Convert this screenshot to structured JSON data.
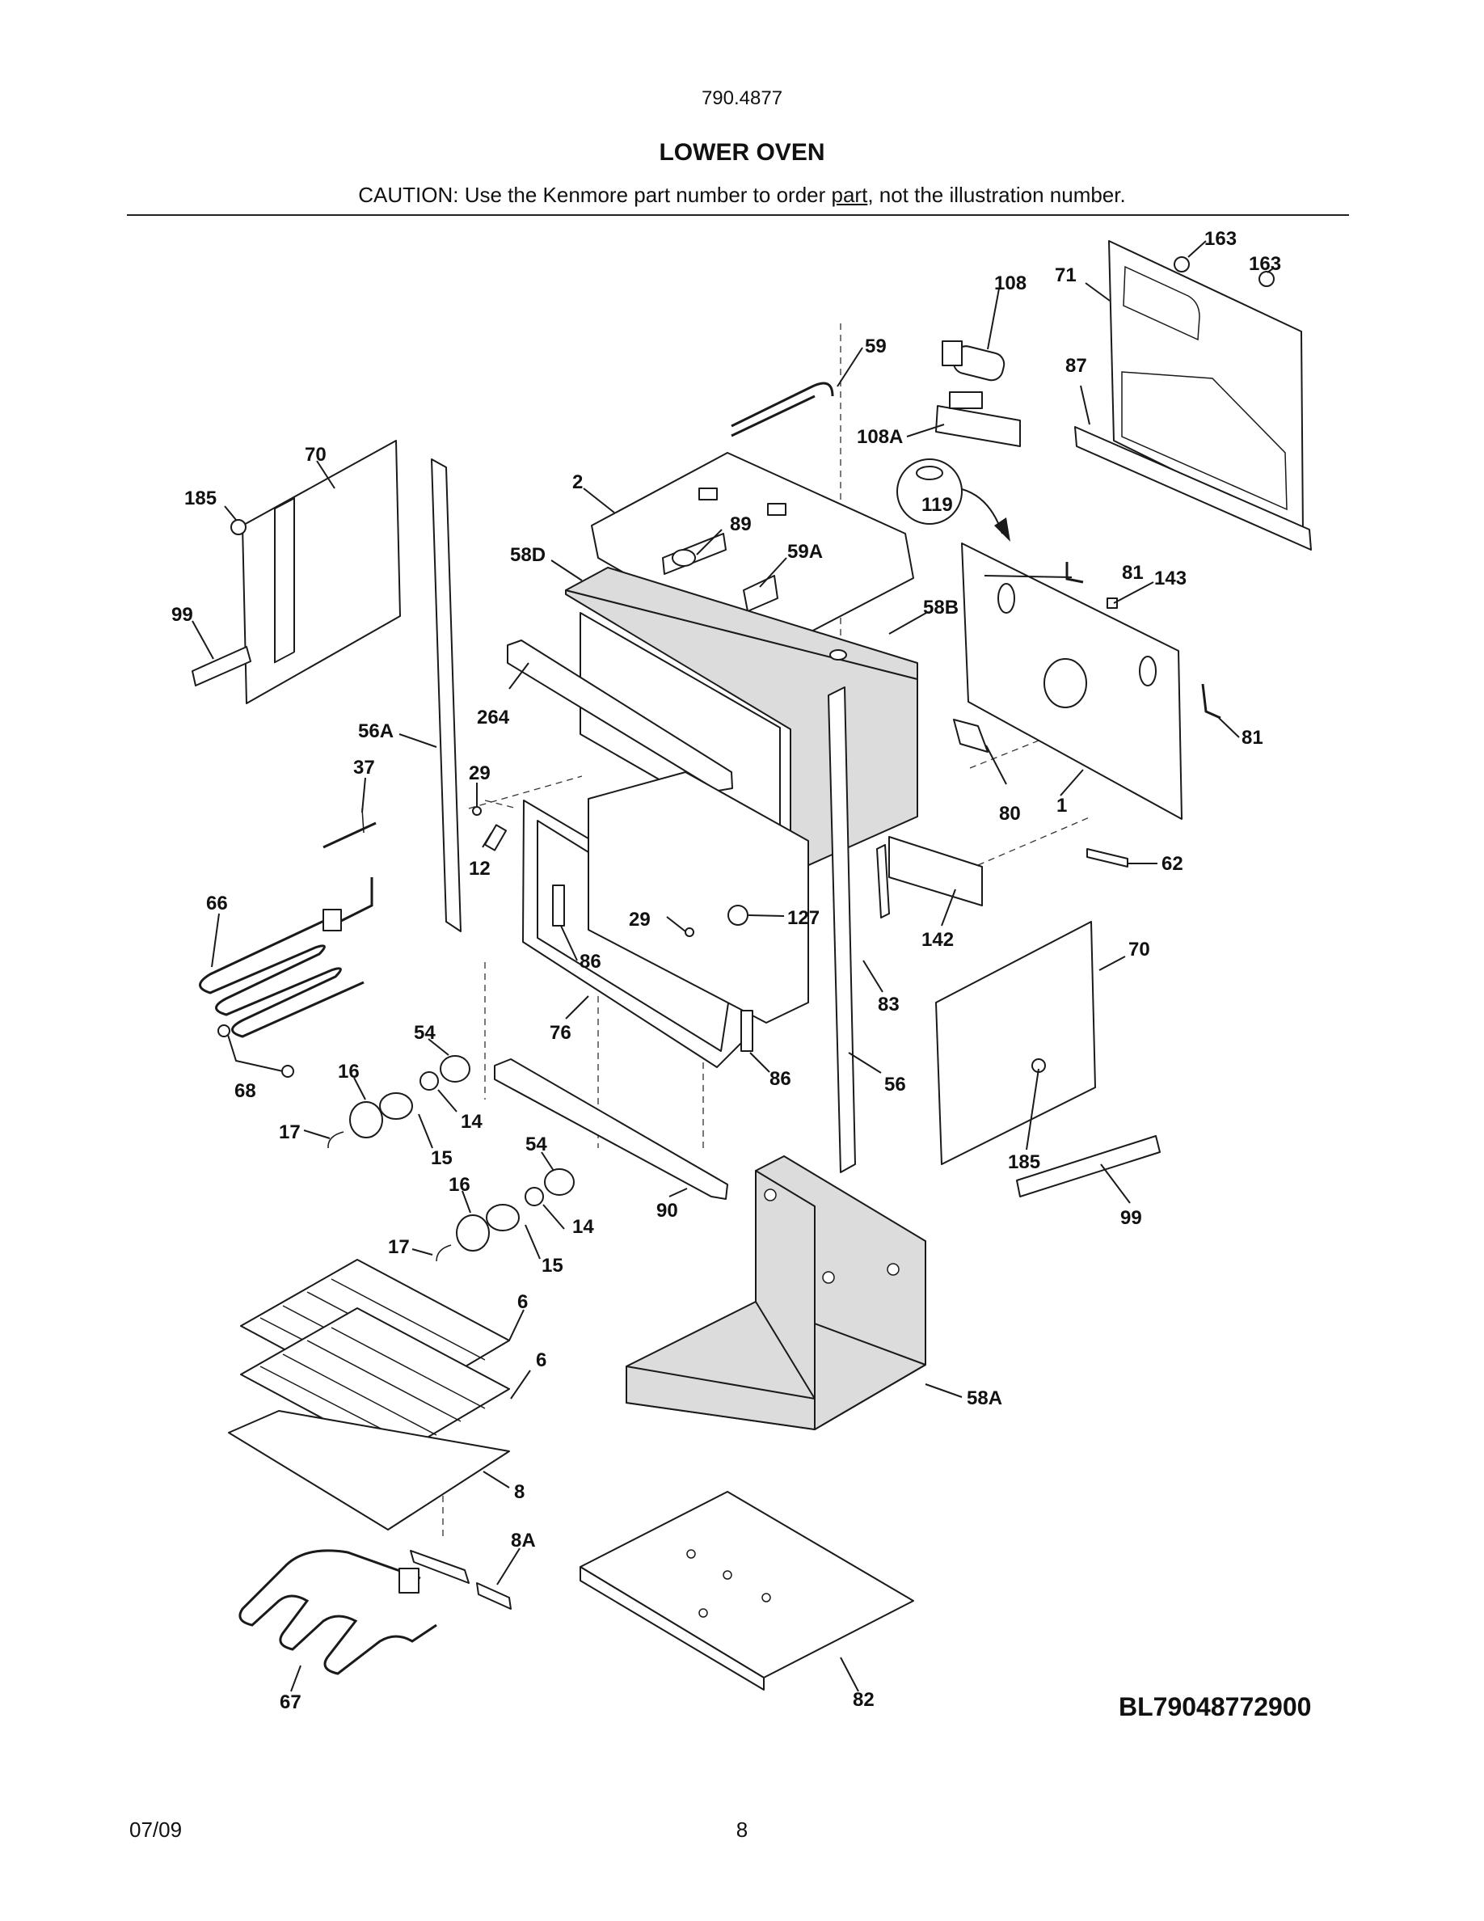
{
  "header": {
    "model_number": "790.4877",
    "title": "LOWER OVEN",
    "caution_before": "CAUTION: Use the Kenmore part number to order ",
    "caution_underlined": "part",
    "caution_after": ", not the illustration number."
  },
  "diagram": {
    "callouts": {
      "c163a": "163",
      "c163b": "163",
      "c71": "71",
      "c108": "108",
      "c59": "59",
      "c87": "87",
      "c108A": "108A",
      "c70a": "70",
      "c185a": "185",
      "c2": "2",
      "c119": "119",
      "c89": "89",
      "c58D": "58D",
      "c59A": "59A",
      "c81a": "81",
      "c143": "143",
      "c99a": "99",
      "c58B": "58B",
      "c264": "264",
      "c56A": "56A",
      "c81b": "81",
      "c37": "37",
      "c29a": "29",
      "c80": "80",
      "c1": "1",
      "c12": "12",
      "c62": "62",
      "c66": "66",
      "c29b": "29",
      "c127": "127",
      "c142": "142",
      "c70b": "70",
      "c86a": "86",
      "c83": "83",
      "c54a": "54",
      "c76": "76",
      "c86b": "86",
      "c56": "56",
      "c16a": "16",
      "c68": "68",
      "c14a": "14",
      "c17a": "17",
      "c15a": "15",
      "c185b": "185",
      "c54b": "54",
      "c99b": "99",
      "c16b": "16",
      "c90": "90",
      "c14b": "14",
      "c17b": "17",
      "c15b": "15",
      "c6a": "6",
      "c6b": "6",
      "c58A": "58A",
      "c8": "8",
      "c8A": "8A",
      "c67": "67",
      "c82": "82"
    },
    "diagram_code": "BL79048772900"
  },
  "footer": {
    "date": "07/09",
    "page_number": "8"
  }
}
